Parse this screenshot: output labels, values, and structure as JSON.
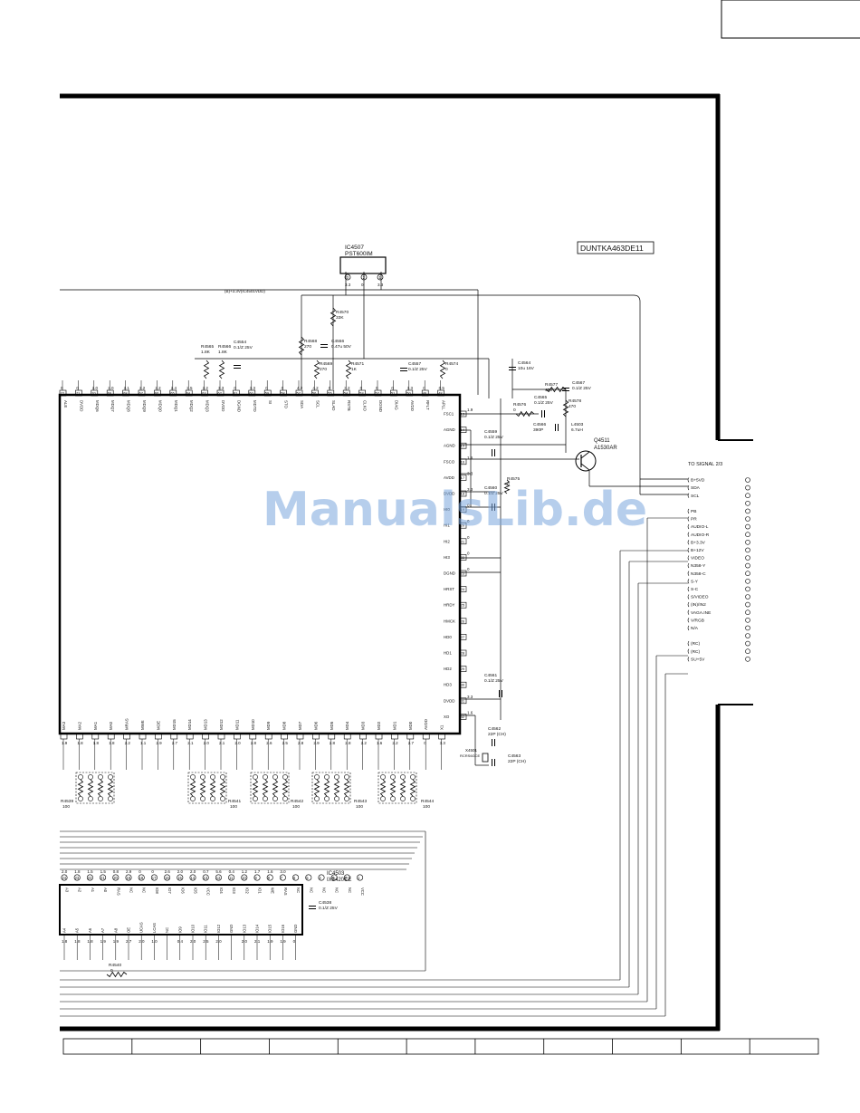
{
  "sheet": {
    "doc_code": "DUNTKA463DE11",
    "connector_title": "TO SIGNAL 2/3",
    "watermark": "ManualsLib.de",
    "bus_label": "(B)+3.3V(IC4501VDD)"
  },
  "ic4507": {
    "ref": "IC4507",
    "part": "PST600IM",
    "pin_nums": [
      "3",
      "2",
      "1"
    ],
    "pin_volts": [
      "3.3",
      "0",
      "3.3"
    ]
  },
  "ic4503": {
    "ref": "IC4503",
    "part": "IX3420CE"
  },
  "transistor": {
    "ref": "Q4511",
    "part": "A1530AR"
  },
  "crystal": {
    "ref": "X4501",
    "part": "RCRS6GCE"
  },
  "components": [
    {
      "ref": "R4565",
      "val": "1.8K"
    },
    {
      "ref": "R4566",
      "val": "1.8K"
    },
    {
      "ref": "C4554",
      "val": "0.1/Z 25V"
    },
    {
      "ref": "R4570",
      "val": "33K"
    },
    {
      "ref": "C4556",
      "val": "0.47u 50V"
    },
    {
      "ref": "R4568",
      "val": "270"
    },
    {
      "ref": "R4569",
      "val": "270"
    },
    {
      "ref": "R4571",
      "val": "1K"
    },
    {
      "ref": "C4557",
      "val": "0.1/Z 25V"
    },
    {
      "ref": "R4574",
      "val": "0"
    },
    {
      "ref": "C4564",
      "val": "10u 16V"
    },
    {
      "ref": "R4577",
      "val": "470"
    },
    {
      "ref": "C4567",
      "val": "0.1/Z 25V"
    },
    {
      "ref": "R4578",
      "val": "470"
    },
    {
      "ref": "C4565",
      "val": "0.1/Z 25V"
    },
    {
      "ref": "R4576",
      "val": "0"
    },
    {
      "ref": "C4566",
      "val": "390P"
    },
    {
      "ref": "L4503",
      "val": "6.7uH"
    },
    {
      "ref": "C4559",
      "val": "0.1/Z 25V"
    },
    {
      "ref": "R4575",
      "val": "0"
    },
    {
      "ref": "C4560",
      "val": "0.1/Z 25V"
    },
    {
      "ref": "C4561",
      "val": "0.1/Z 25V"
    },
    {
      "ref": "C4562",
      "val": "22P (CH)"
    },
    {
      "ref": "C4563",
      "val": "22P (CH)"
    },
    {
      "ref": "R4539",
      "val": "100"
    },
    {
      "ref": "R4541",
      "val": "100"
    },
    {
      "ref": "R4542",
      "val": "100"
    },
    {
      "ref": "R4543",
      "val": "100"
    },
    {
      "ref": "R4544",
      "val": "100"
    },
    {
      "ref": "R4540",
      "val": "0"
    },
    {
      "ref": "C4538",
      "val": "0.1/Z 25V"
    }
  ],
  "ic_main": {
    "top_pins": [
      {
        "n": "72",
        "name": "ALE"
      },
      {
        "n": "71",
        "name": "DVDD"
      },
      {
        "n": "70",
        "name": "MDQ6"
      },
      {
        "n": "69",
        "name": "MDQ7"
      },
      {
        "n": "68",
        "name": "MDQ8"
      },
      {
        "n": "67",
        "name": "MDQ9"
      },
      {
        "n": "66",
        "name": "MDQ0"
      },
      {
        "n": "65",
        "name": "MDQ1"
      },
      {
        "n": "64",
        "name": "MDQ2"
      },
      {
        "n": "63",
        "name": "MDQ3"
      },
      {
        "n": "62",
        "name": "DVDD"
      },
      {
        "n": "61",
        "name": "DGND"
      },
      {
        "n": "60",
        "name": "MDTD"
      },
      {
        "n": "59",
        "name": "SI"
      },
      {
        "n": "58",
        "name": "STO"
      },
      {
        "n": "57",
        "name": "SDA"
      },
      {
        "n": "56",
        "name": "SCL"
      },
      {
        "n": "55",
        "name": "SLAD"
      },
      {
        "n": "54",
        "name": "RSTB"
      },
      {
        "n": "53",
        "name": "CLKO"
      },
      {
        "n": "52",
        "name": "DGND"
      },
      {
        "n": "51",
        "name": "DIAG"
      },
      {
        "n": "50",
        "name": "AVDD"
      },
      {
        "n": "49",
        "name": "RFLT"
      },
      {
        "n": "48",
        "name": "APLL"
      }
    ],
    "top_volts": [
      "0",
      "0",
      "2.0",
      "2.0",
      "2.1",
      "2.2",
      "2.2",
      "2.4",
      "2.5",
      "2.2",
      "3.3",
      "0",
      "3.3",
      "0",
      "0",
      "4.2",
      "4.2",
      "0",
      "3.2",
      "0",
      "0",
      "0",
      "3.3",
      "0",
      "0.5"
    ],
    "right_pins": [
      {
        "n": "13",
        "name": "FSC1",
        "v": "1.9"
      },
      {
        "n": "14",
        "name": "AGND",
        "v": ""
      },
      {
        "n": "15",
        "name": "AGND",
        "v": ""
      },
      {
        "n": "16",
        "name": "FSCO",
        "v": "1.6"
      },
      {
        "n": "17",
        "name": "AVDD",
        "v": "3.3"
      },
      {
        "n": "18",
        "name": "DVDD",
        "v": "3.3"
      },
      {
        "n": "19",
        "name": "HI0",
        "v": "0"
      },
      {
        "n": "20",
        "name": "HI1",
        "v": "0"
      },
      {
        "n": "21",
        "name": "HI2",
        "v": "0"
      },
      {
        "n": "22",
        "name": "HI3",
        "v": "0"
      },
      {
        "n": "23",
        "name": "DGND",
        "v": "0"
      },
      {
        "n": "24",
        "name": "HRST",
        "v": ""
      },
      {
        "n": "25",
        "name": "HRDY",
        "v": ""
      },
      {
        "n": "26",
        "name": "HMCK",
        "v": ""
      },
      {
        "n": "27",
        "name": "HD0",
        "v": ""
      },
      {
        "n": "28",
        "name": "HD1",
        "v": ""
      },
      {
        "n": "29",
        "name": "HD2",
        "v": ""
      },
      {
        "n": "30",
        "name": "HD3",
        "v": ""
      },
      {
        "n": "31",
        "name": "DVDD",
        "v": "3.3"
      },
      {
        "n": "32",
        "name": "XO",
        "v": "1.6"
      }
    ],
    "bottom_pins": [
      {
        "n": "",
        "name": "MA3"
      },
      {
        "n": "",
        "name": "MA2"
      },
      {
        "n": "",
        "name": "MA1"
      },
      {
        "n": "",
        "name": "MA0"
      },
      {
        "n": "",
        "name": "MRAS"
      },
      {
        "n": "",
        "name": "MWE"
      },
      {
        "n": "",
        "name": "MOE"
      },
      {
        "n": "",
        "name": "MD15"
      },
      {
        "n": "",
        "name": "MD14"
      },
      {
        "n": "",
        "name": "MD13"
      },
      {
        "n": "",
        "name": "MD12"
      },
      {
        "n": "",
        "name": "MD11"
      },
      {
        "n": "",
        "name": "MD10"
      },
      {
        "n": "",
        "name": "MD9"
      },
      {
        "n": "",
        "name": "MD8"
      },
      {
        "n": "",
        "name": "MD7"
      },
      {
        "n": "",
        "name": "MD6"
      },
      {
        "n": "",
        "name": "MD5"
      },
      {
        "n": "",
        "name": "MD4"
      },
      {
        "n": "",
        "name": "MD3"
      },
      {
        "n": "",
        "name": "MD2"
      },
      {
        "n": "",
        "name": "MD1"
      },
      {
        "n": "",
        "name": "MD0"
      },
      {
        "n": "",
        "name": "AVDD"
      },
      {
        "n": "",
        "name": "X1"
      }
    ],
    "bottom_volts": [
      "1.9",
      "1.8",
      "1.8",
      "1.8",
      "2.2",
      "1.1",
      "2.9",
      "2.7",
      "2.1",
      "2.0",
      "2.1",
      "2.0",
      "2.8",
      "2.6",
      "2.5",
      "2.8",
      "2.9",
      "2.8",
      "2.8",
      "2.2",
      "1.6",
      "2.2",
      "2.7",
      "0",
      "3.3"
    ]
  },
  "ic4503_pins": {
    "top_nums": [
      "24",
      "23",
      "22",
      "21",
      "20",
      "19",
      "18",
      "17",
      "16",
      "15",
      "14",
      "13",
      "12",
      "11",
      "10",
      "9",
      "8",
      "7",
      "6",
      "5",
      "4",
      "3",
      "2",
      "1"
    ],
    "top_names": [
      "A3",
      "A2",
      "A1",
      "A0",
      "RAS",
      "NC",
      "NC",
      "IO8",
      "IO7",
      "IO6",
      "IO5",
      "VCC",
      "IO4",
      "IO3",
      "IO2",
      "IO1",
      "WE",
      "RAS",
      "NC",
      "NC",
      "NC",
      "NC",
      "NC",
      "VCC"
    ],
    "top_volts": [
      "2.0",
      "1.8",
      "1.5",
      "1.5",
      "0.8",
      "2.9",
      "0",
      "0",
      "2.6",
      "2.0",
      "2.0",
      "0.7",
      "5.6",
      "0.4",
      "1.2",
      "1.7",
      "1.6",
      "3.0",
      "",
      "",
      "",
      "",
      "",
      ""
    ],
    "bottom_names": [
      "A4",
      "A5",
      "A6",
      "A7",
      "A8",
      "OE",
      "UCAS",
      "LCAS",
      "NC",
      "IO9",
      "IO10",
      "IO11",
      "IO12",
      "GND",
      "IO13",
      "IO14",
      "IO15",
      "IO16",
      "GND"
    ],
    "bottom_volts": [
      "1.8",
      "1.8",
      "1.8",
      "1.9",
      "1.9",
      "2.7",
      "2.0",
      "1.0",
      "",
      "0.4",
      "2.0",
      "2.5",
      "2.0",
      "",
      "2.0",
      "2.1",
      "1.9",
      "1.9",
      "0"
    ]
  },
  "connector_signals": [
    "B+5VD",
    "SDA",
    "SCL",
    "",
    "PB",
    "PR",
    "AUDIO-L",
    "AUDIO-R",
    "B+3.3V",
    "B+12V",
    "VIDEO",
    "N358-Y",
    "N358-C",
    "S-Y",
    "S-C",
    "S/VIDEO",
    "(IN)/IN2",
    "VAGA.INE",
    "V/RGB",
    "N/A",
    "",
    "(RC)",
    "(RC)",
    "SU+5V"
  ],
  "bottom_table": {
    "cells": [
      "",
      "",
      "",
      "",
      "",
      "",
      "",
      "",
      "",
      "",
      ""
    ]
  }
}
